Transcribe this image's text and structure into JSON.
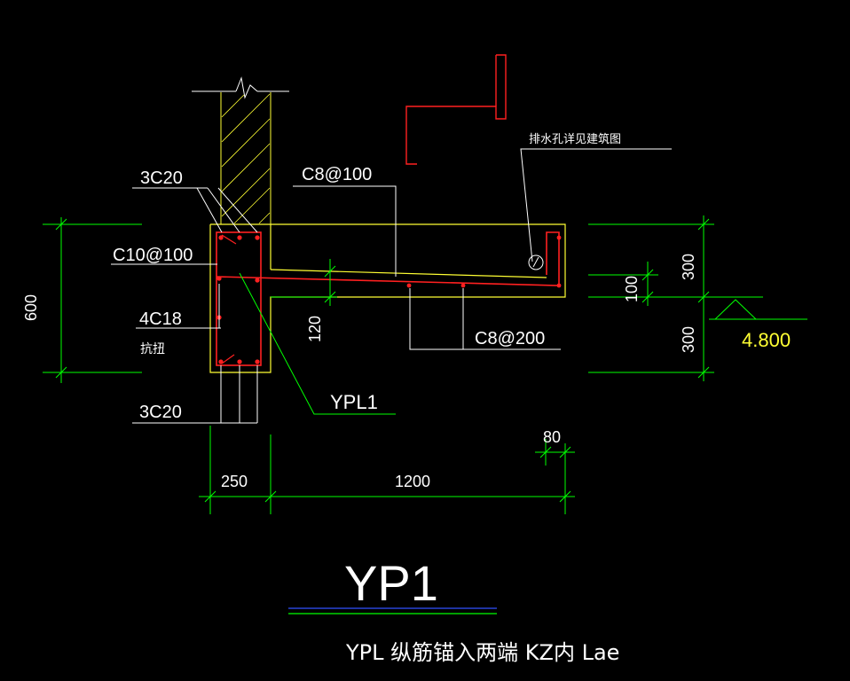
{
  "labels": {
    "rebar_top": "3C20",
    "stirrup_beam": "C10@100",
    "rebar_side": "4C18",
    "torsion_note": "抗扭",
    "rebar_bottom": "3C20",
    "slab_top_rebar": "C8@100",
    "slab_bottom_rebar": "C8@200",
    "drain_note": "排水孔详见建筑图",
    "beam_tag": "YPL1"
  },
  "dimensions": {
    "beam_height": "600",
    "slab_thickness": "120",
    "right_upper": "300",
    "right_lower": "300",
    "step_drop": "100",
    "lip_width": "80",
    "beam_width": "250",
    "cantilever_length": "1200"
  },
  "elevation": "4.800",
  "title": "YP1",
  "footer_note": "YPL 纵筋锚入两端 KZ内 Lae",
  "colors": {
    "dimension": "#00ff00",
    "rebar": "#ff2020",
    "outline": "#ffff33",
    "leader": "#ffffff",
    "accent_line": "#3050ff"
  }
}
